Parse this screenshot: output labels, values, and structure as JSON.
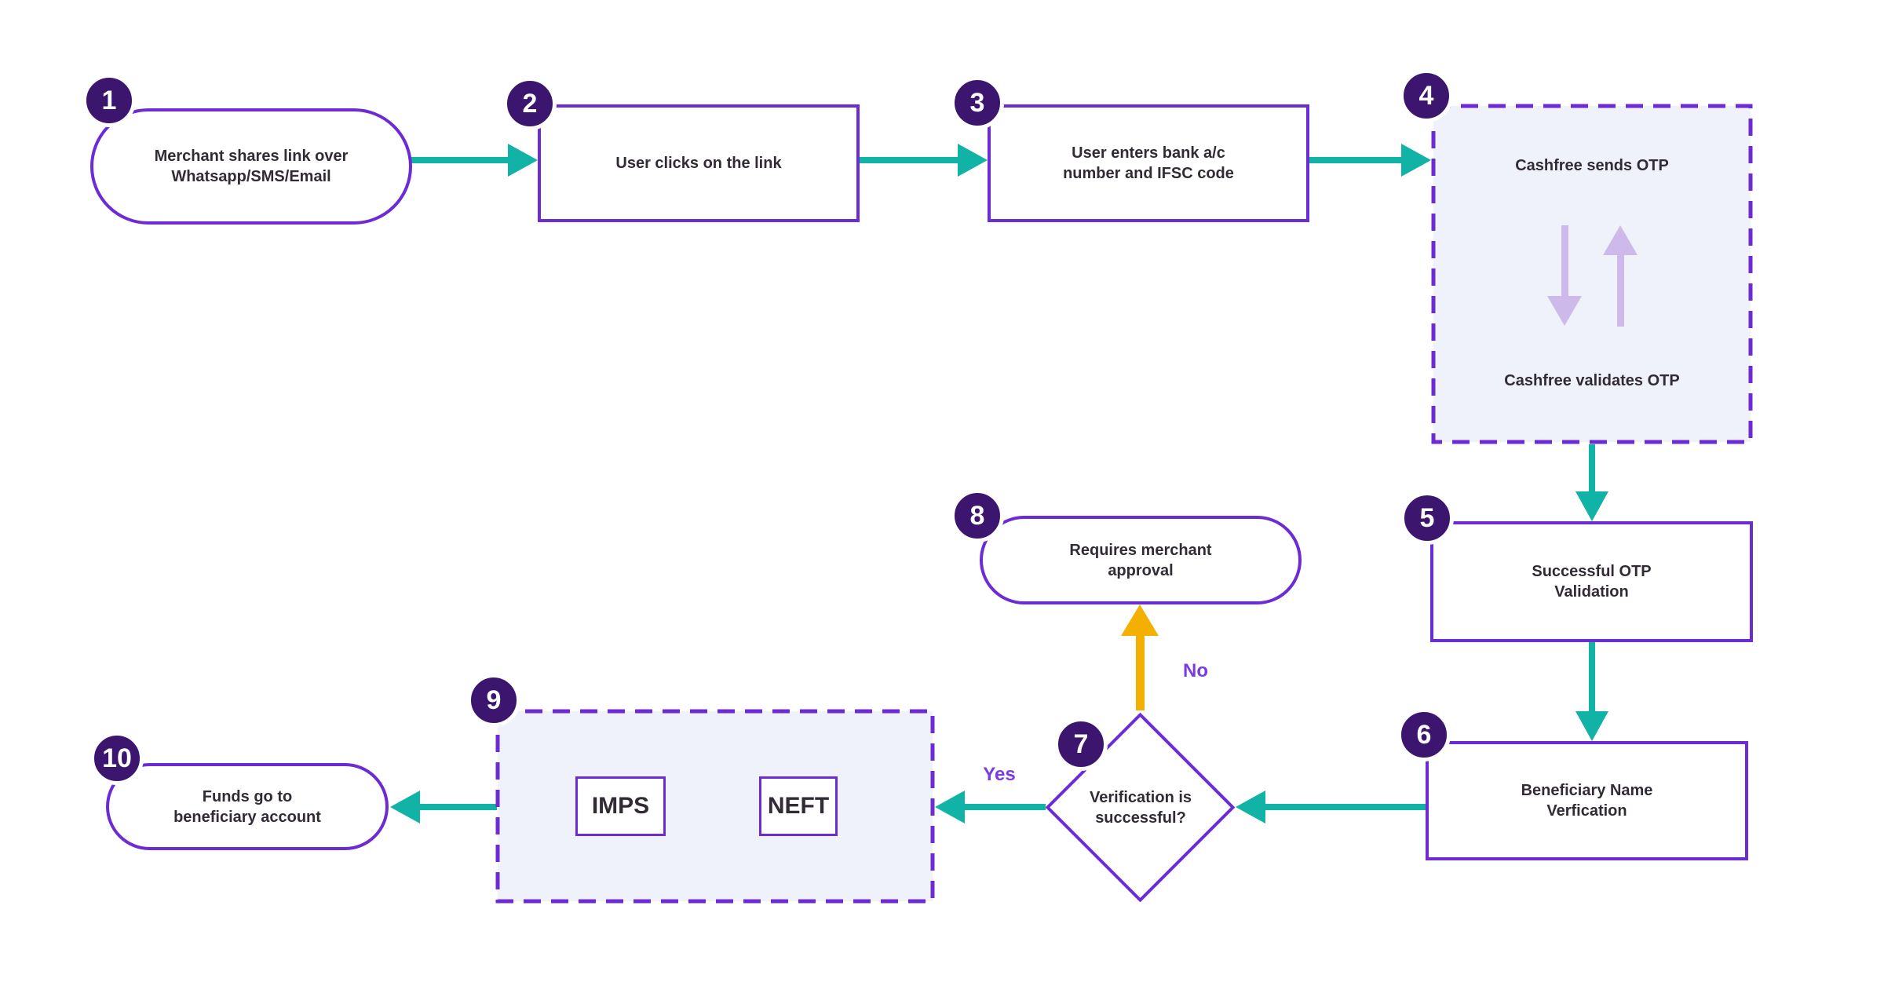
{
  "colors": {
    "teal": "#10B3A6",
    "violet": "#6C2BD4",
    "badge": "#3B156E",
    "amber": "#F3B000",
    "lbl": "#7A3BE3",
    "ink": "#322B35",
    "panel": "#EFF1FB",
    "soft": "#CDB9EA"
  },
  "edge_labels": {
    "yes": "Yes",
    "no": "No"
  },
  "nodes": [
    {
      "badge": "1",
      "shape": "stadium",
      "text": "Merchant shares link over\nWhatsapp/SMS/Email"
    },
    {
      "badge": "2",
      "shape": "rectangle",
      "text": "User clicks on the link"
    },
    {
      "badge": "3",
      "shape": "rectangle",
      "text": "User enters bank a/c\nnumber and IFSC code"
    },
    {
      "badge": "4",
      "shape": "dashed-panel",
      "text_top": "Cashfree sends OTP",
      "text_bottom": "Cashfree validates OTP"
    },
    {
      "badge": "5",
      "shape": "rectangle",
      "text": "Successful OTP\nValidation"
    },
    {
      "badge": "6",
      "shape": "rectangle",
      "text": "Beneficiary Name\nVerfication"
    },
    {
      "badge": "7",
      "shape": "diamond",
      "text": "Verification is\nsuccessful?"
    },
    {
      "badge": "8",
      "shape": "stadium",
      "text": "Requires merchant\napproval"
    },
    {
      "badge": "9",
      "shape": "dashed-panel",
      "options": [
        "IMPS",
        "NEFT"
      ]
    },
    {
      "badge": "10",
      "shape": "stadium",
      "text": "Funds go to\nbeneficiary account"
    }
  ]
}
